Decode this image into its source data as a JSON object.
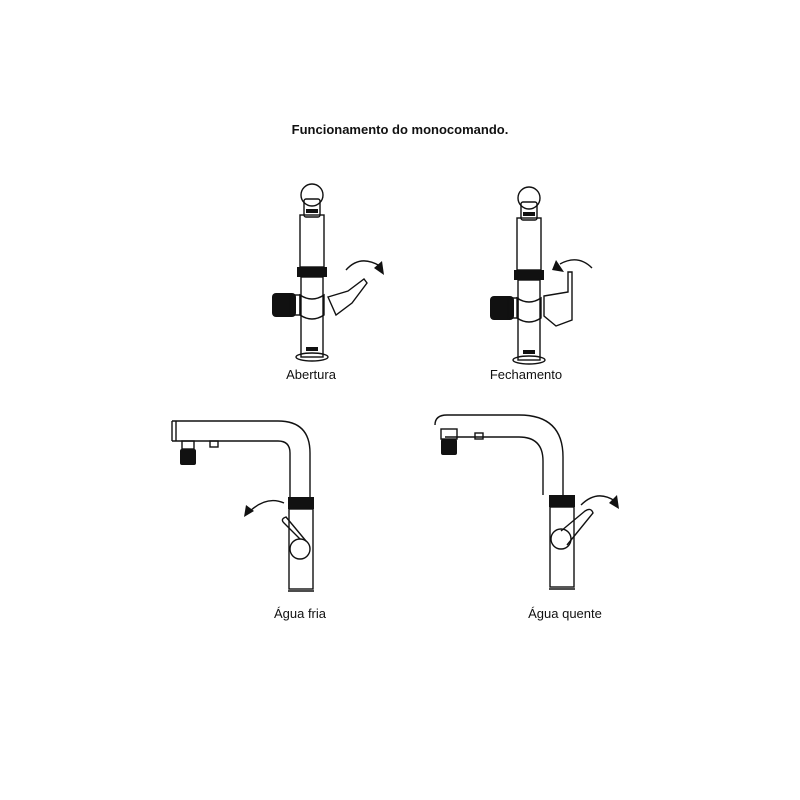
{
  "title": "Funcionamento do monocomando.",
  "panels": [
    {
      "label": "Abertura"
    },
    {
      "label": "Fechamento"
    },
    {
      "label": "Água fria"
    },
    {
      "label": "Água quente"
    }
  ],
  "icons": [
    "faucet-front-icon",
    "faucet-side-icon",
    "rotation-arrow-icon"
  ],
  "colors": {
    "line": "#111111",
    "background": "#ffffff"
  }
}
